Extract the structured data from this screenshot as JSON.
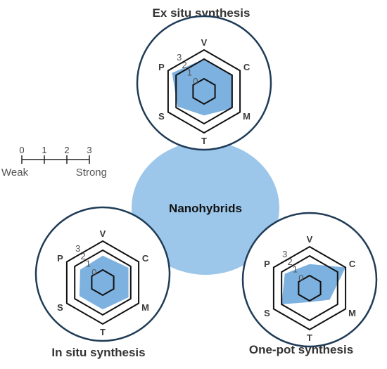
{
  "center_label": "Nanohybrids",
  "axes": [
    "V",
    "C",
    "M",
    "T",
    "S",
    "P"
  ],
  "ring_labels": [
    "0",
    "1",
    "2",
    "3"
  ],
  "scale": {
    "ticks": [
      "0",
      "1",
      "2",
      "3"
    ],
    "weak_label": "Weak",
    "strong_label": "Strong"
  },
  "colors": {
    "fill": "#6fa8dc",
    "center": "#9cc7ea",
    "outline": "#1f3b56",
    "hexagon": "#111111"
  },
  "syntheses": [
    {
      "title": "Ex situ synthesis",
      "values": {
        "V": 2.0,
        "C": 2.1,
        "M": 2.1,
        "T": 1.1,
        "S": 1.8,
        "P": 2.5
      }
    },
    {
      "title": "In situ synthesis",
      "values": {
        "V": 1.4,
        "C": 1.7,
        "M": 1.7,
        "T": 1.4,
        "S": 1.4,
        "P": 1.3
      }
    },
    {
      "title": "One-pot synthesis",
      "values": {
        "V": 1.1,
        "C": 3.0,
        "M": 1.0,
        "T": 0.6,
        "S": 2.0,
        "P": 1.6
      }
    }
  ]
}
